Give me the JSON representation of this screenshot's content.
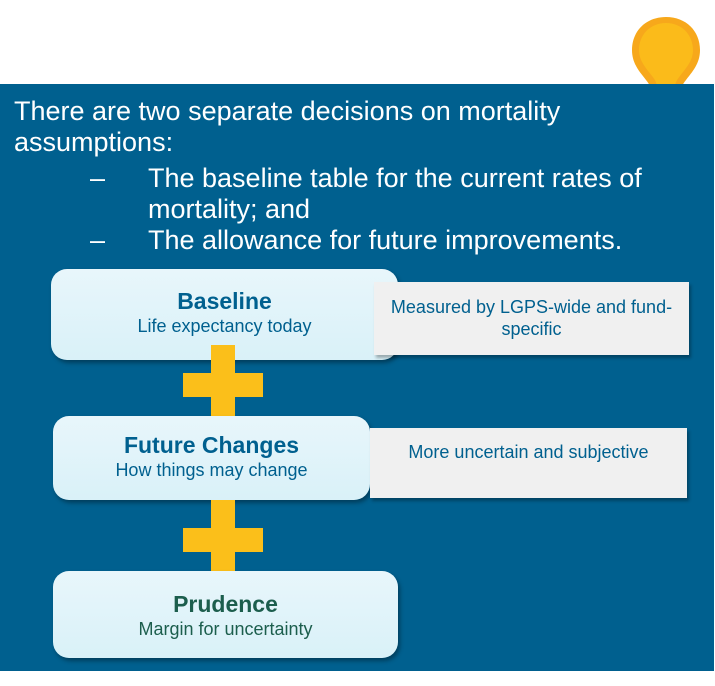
{
  "intro_text": "There are two separate decisions on mortality assumptions:",
  "bullets": [
    "The baseline table for the current rates of mortality; and",
    "The allowance for future improvements."
  ],
  "boxes": {
    "baseline": {
      "title": "Baseline",
      "subtitle": "Life expectancy today"
    },
    "future": {
      "title": "Future Changes",
      "subtitle": "How things may change"
    },
    "prudence": {
      "title": "Prudence",
      "subtitle": "Margin for uncertainty"
    }
  },
  "notes": {
    "baseline_note": "Measured by LGPS-wide and fund-specific",
    "future_note": "More uncertain and subjective"
  },
  "icons": {
    "plus": "plus-icon",
    "bulb": "lightbulb-icon"
  },
  "colors": {
    "panel_background": "#00608f",
    "box_fill": "#e1f4fa",
    "plus_fill": "#fbbf1a",
    "bulb_fill": "#f7a81b",
    "prudence_text": "#1c5e4d"
  }
}
